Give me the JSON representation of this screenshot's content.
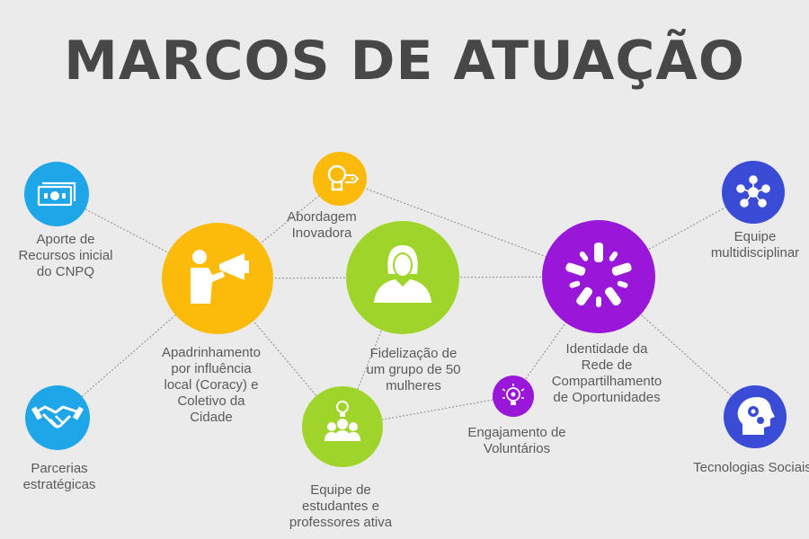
{
  "title": "MARCOS DE ATUAÇÃO",
  "colors": {
    "blue": "#1ea6e8",
    "yellow": "#fcba0b",
    "green": "#9fd52b",
    "purple": "#9817d8",
    "navy": "#3a4bd6",
    "line": "#9a9a9a",
    "text": "#5a5a5a",
    "title": "#474747"
  },
  "nodes": {
    "aporte": {
      "label": "Aporte de\nRecursos inicial\ndo CNPQ",
      "icon": "banknote-icon",
      "color": "blue"
    },
    "parcerias": {
      "label": "Parcerias\nestratégicas",
      "icon": "handshake-icon",
      "color": "blue"
    },
    "apadrinhamento": {
      "label": "Apadrinhamento\npor influência\nlocal (Coracy) e\nColetivo da\nCidade",
      "icon": "megaphone-person-icon",
      "color": "yellow"
    },
    "abordagem": {
      "label": "Abordagem\nInovadora",
      "icon": "lightbulb-tag-icon",
      "color": "yellow"
    },
    "fidelizacao": {
      "label": "Fidelização de\num grupo de 50\nmulheres",
      "icon": "woman-icon",
      "color": "green"
    },
    "equipe_estudantes": {
      "label": "Equipe de\nestudantes e\nprofessores ativa",
      "icon": "team-idea-icon",
      "color": "green"
    },
    "engajamento": {
      "label": "Engajamento de\nVoluntários",
      "icon": "lightbulb-gear-icon",
      "color": "purple"
    },
    "identidade": {
      "label": "Identidade da\nRede de\nCompartilhamento\nde Oportunidades",
      "icon": "hands-circle-icon",
      "color": "purple"
    },
    "equipe_multi": {
      "label": "Equipe\nmultidisciplinar",
      "icon": "network-people-icon",
      "color": "navy"
    },
    "tecnologias": {
      "label": "Tecnologias Sociais",
      "icon": "head-gears-icon",
      "color": "navy"
    }
  },
  "links": [
    [
      "aporte",
      "apadrinhamento"
    ],
    [
      "parcerias",
      "apadrinhamento"
    ],
    [
      "apadrinhamento",
      "abordagem"
    ],
    [
      "apadrinhamento",
      "fidelizacao"
    ],
    [
      "apadrinhamento",
      "equipe_estudantes"
    ],
    [
      "abordagem",
      "identidade"
    ],
    [
      "fidelizacao",
      "identidade"
    ],
    [
      "fidelizacao",
      "equipe_estudantes"
    ],
    [
      "equipe_estudantes",
      "engajamento"
    ],
    [
      "engajamento",
      "identidade"
    ],
    [
      "identidade",
      "equipe_multi"
    ],
    [
      "identidade",
      "tecnologias"
    ]
  ]
}
